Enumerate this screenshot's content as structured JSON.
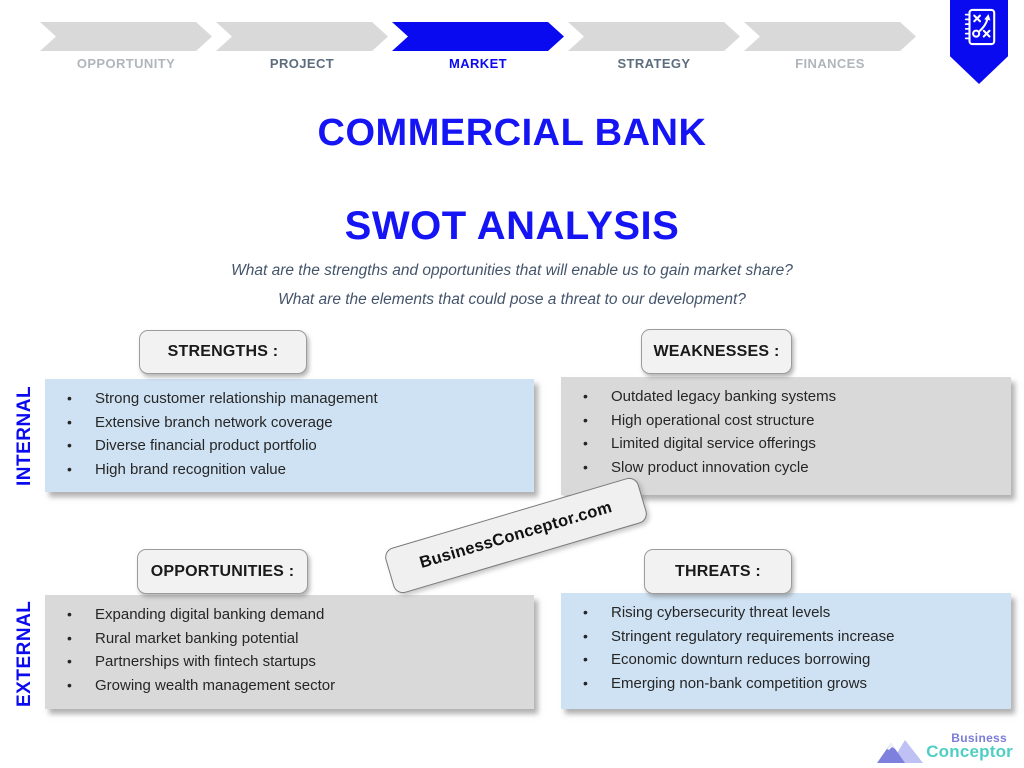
{
  "stepper": {
    "steps": [
      {
        "label": "OPPORTUNITY",
        "state": "inactive"
      },
      {
        "label": "PROJECT",
        "state": "done"
      },
      {
        "label": "MARKET",
        "state": "active"
      },
      {
        "label": "STRATEGY",
        "state": "done"
      },
      {
        "label": "FINANCES",
        "state": "inactive"
      }
    ]
  },
  "header": {
    "title": "COMMERCIAL BANK",
    "subtitle": "SWOT ANALYSIS",
    "question1": "What are the strengths and opportunities that will enable us to gain market share?",
    "question2": "What are the elements that could pose a threat to our development?"
  },
  "axis": {
    "internal": "INTERNAL",
    "external": "EXTERNAL"
  },
  "quadrants": {
    "strengths": {
      "title": "STRENGTHS :",
      "items": [
        "Strong customer relationship management",
        "Extensive branch network coverage",
        "Diverse financial product portfolio",
        "High brand recognition value"
      ]
    },
    "weaknesses": {
      "title": "WEAKNESSES :",
      "items": [
        "Outdated legacy banking systems",
        "High operational cost structure",
        "Limited digital service offerings",
        "Slow product innovation cycle"
      ]
    },
    "opportunities": {
      "title": "OPPORTUNITIES :",
      "items": [
        "Expanding digital banking demand",
        "Rural market banking potential",
        "Partnerships with fintech startups",
        "Growing wealth management sector"
      ]
    },
    "threats": {
      "title": "THREATS :",
      "items": [
        "Rising cybersecurity threat levels",
        "Stringent regulatory requirements increase",
        "Economic downturn reduces borrowing",
        "Emerging non-bank competition grows"
      ]
    }
  },
  "watermark": {
    "text": "BusinessConceptor.com"
  },
  "logo": {
    "line1": "Business",
    "line2": "Conceptor"
  },
  "colors": {
    "accent_blue": "#0a0af0",
    "title_blue": "#1414f5",
    "panel_blue": "#cfe2f3",
    "panel_gray": "#d9d9d9",
    "slate_text": "#44546a",
    "muted_text": "#b0b6bc",
    "logo_purple": "#7b7dd8",
    "logo_teal": "#4fcfc4"
  }
}
